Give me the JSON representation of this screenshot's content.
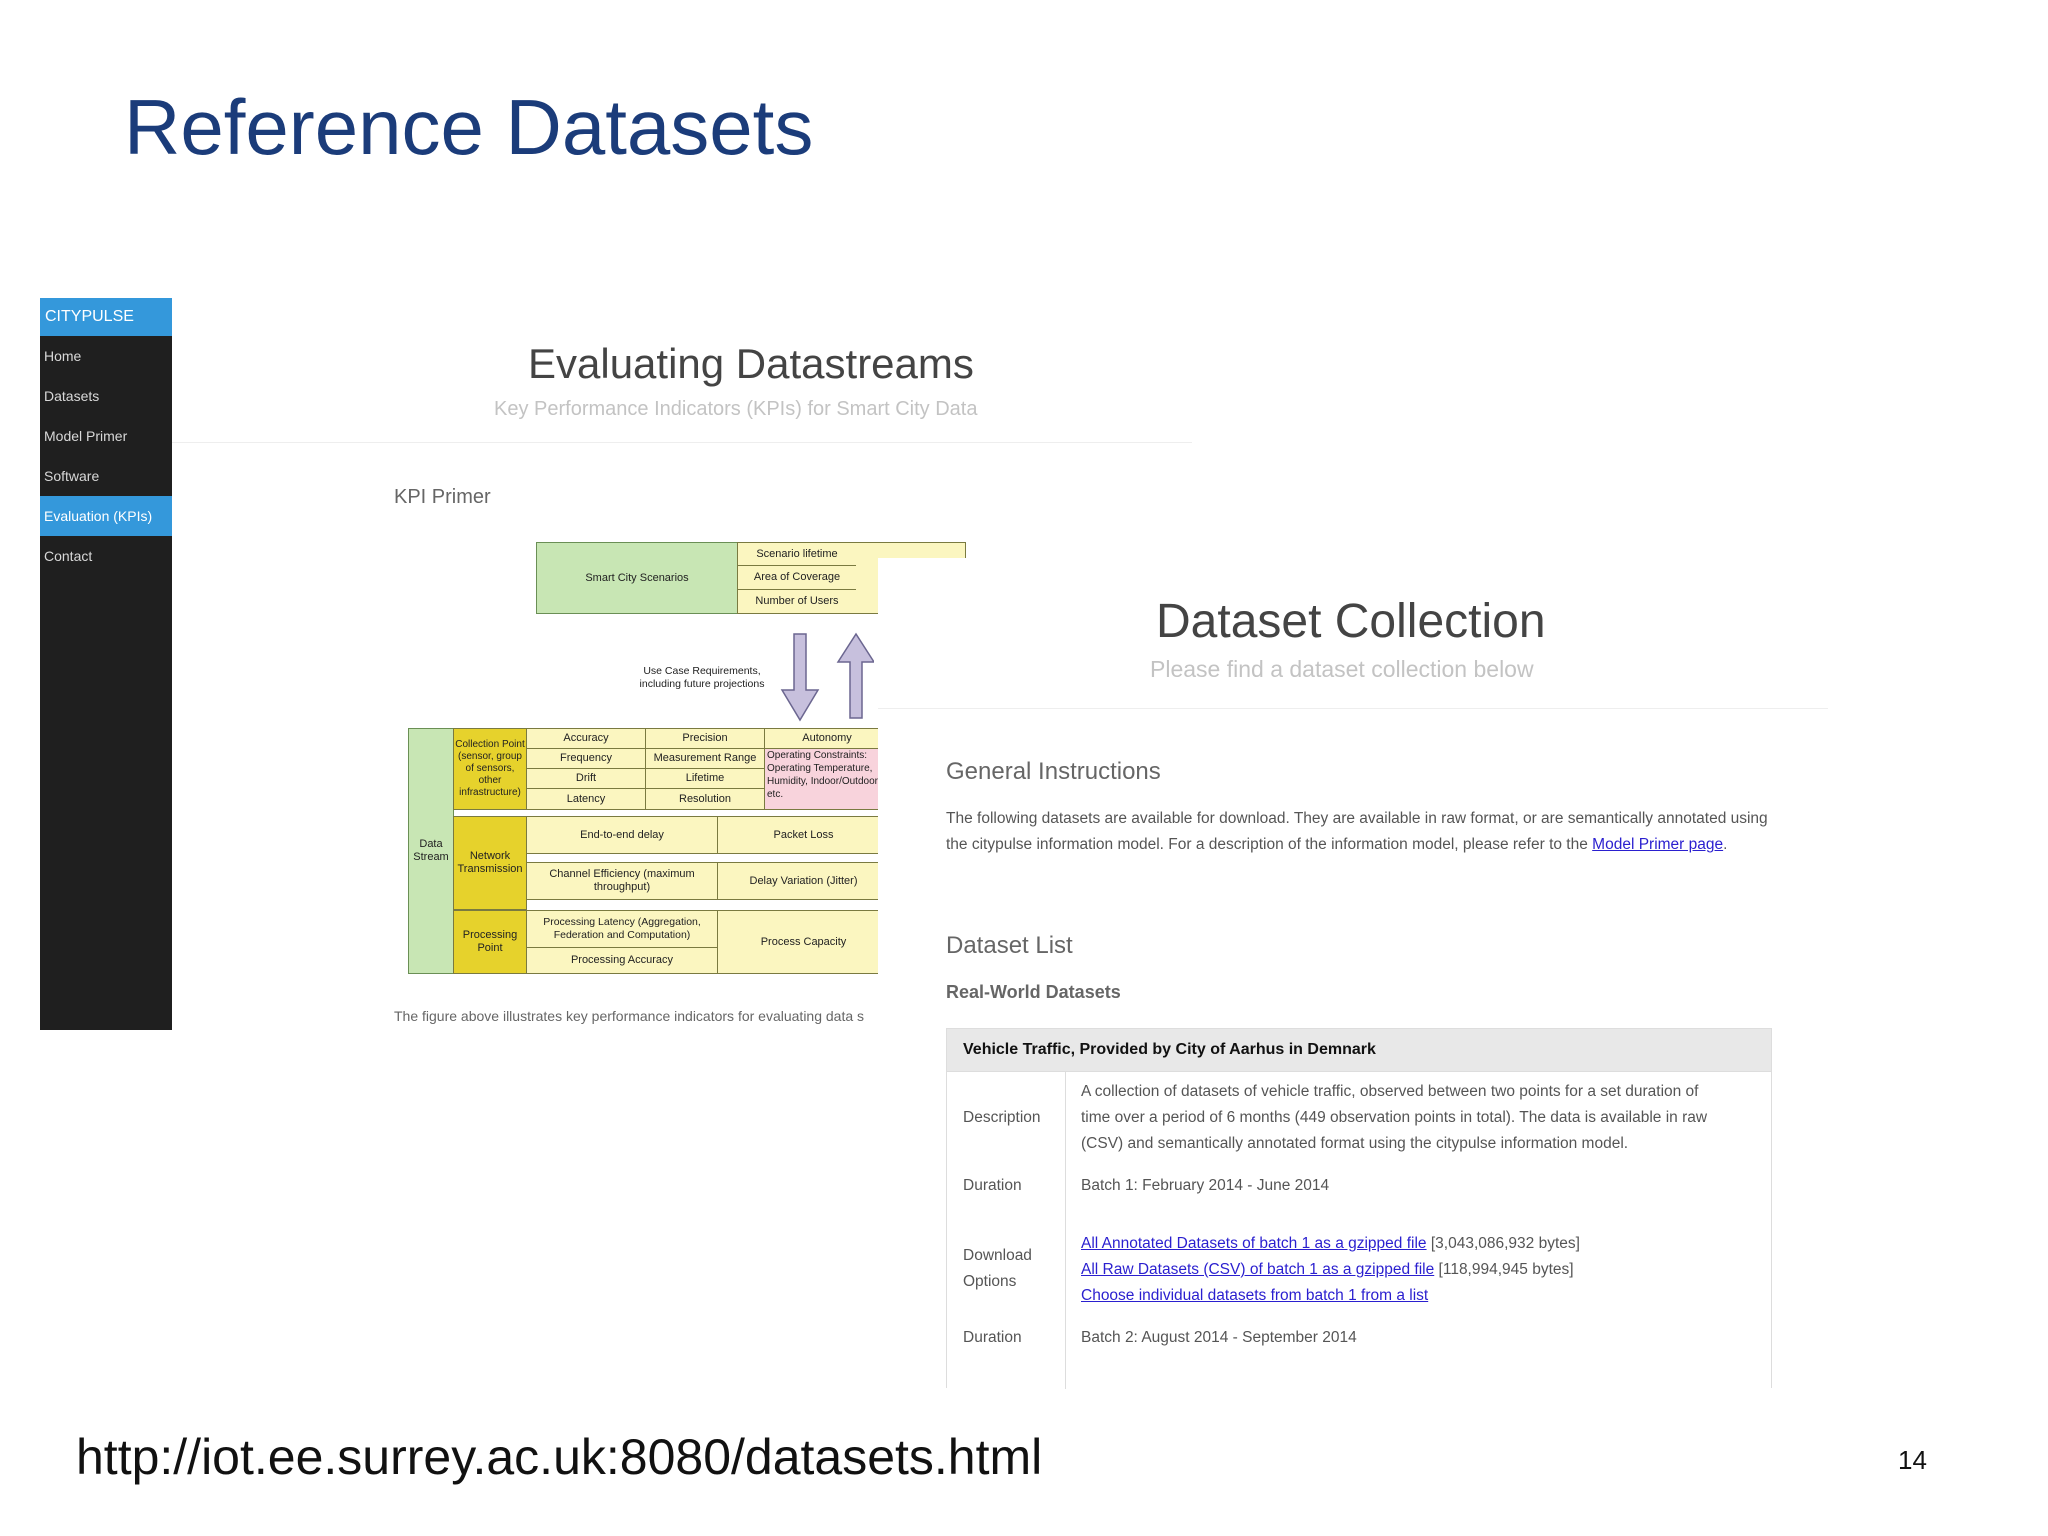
{
  "slide": {
    "title": "Reference Datasets",
    "url": "http://iot.ee.surrey.ac.uk:8080/datasets.html",
    "page_number": "14"
  },
  "sidebar": {
    "brand": "CITYPULSE",
    "items": [
      {
        "label": "Home"
      },
      {
        "label": "Datasets"
      },
      {
        "label": "Model Primer"
      },
      {
        "label": "Software"
      },
      {
        "label": "Evaluation (KPIs)",
        "active": true
      },
      {
        "label": "Contact"
      }
    ]
  },
  "evaluation": {
    "title": "Evaluating Datastreams",
    "subtitle": "Key Performance Indicators (KPIs) for Smart City Data",
    "section": "KPI Primer",
    "caption": "The figure above illustrates key performance indicators for evaluating data s",
    "diagram": {
      "smart_city": "Smart City Scenarios",
      "top_cells": [
        "Scenario lifetime",
        "Area of Coverage",
        "Number of Users"
      ],
      "use_case": "Use Case Requirements, including future projections",
      "data_stream": "Data Stream",
      "collection_point": "Collection Point (sensor, group of sensors, other infrastructure)",
      "cp_cells": [
        "Accuracy",
        "Precision",
        "Autonomy",
        "Frequency",
        "Measurement Range",
        "Drift",
        "Lifetime",
        "Latency",
        "Resolution"
      ],
      "operating": "Operating Constraints: Operating Temperature, Humidity, Indoor/Outdoor etc.",
      "network": "Network Transmission",
      "net_cells": [
        "End-to-end delay",
        "Packet Loss",
        "Channel Efficiency (maximum throughput)",
        "Delay Variation (Jitter)"
      ],
      "processing": "Processing Point",
      "proc_cells": [
        "Processing Latency (Aggregation, Federation and Computation)",
        "Process Capacity",
        "Processing Accuracy"
      ]
    }
  },
  "collection": {
    "title": "Dataset Collection",
    "subtitle": "Please find a dataset collection below",
    "general_heading": "General Instructions",
    "general_text": "The following datasets are available for download. They are available in raw format, or are semantically annotated using the citypulse information model. For a description of the information model, please refer to the ",
    "general_link": "Model Primer page",
    "general_end": ".",
    "list_heading": "Dataset List",
    "realworld_heading": "Real-World Datasets",
    "table": {
      "header": "Vehicle Traffic, Provided by City of Aarhus in Demnark",
      "description_label": "Description",
      "description_lines": [
        "A collection of datasets of vehicle traffic, observed between two points for a set duration of",
        "time over a period of 6 months (449 observation points in total). The data is available in raw",
        "(CSV) and semantically annotated format using the citypulse information model."
      ],
      "duration_label": "Duration",
      "duration_1": "Batch 1: February 2014 - June 2014",
      "download_label_1": "Download",
      "download_label_2": "Options",
      "downloads": [
        {
          "link": "All Annotated Datasets of batch 1 as a gzipped file",
          "size": " [3,043,086,932 bytes]"
        },
        {
          "link": "All Raw Datasets (CSV) of batch 1 as a gzipped file",
          "size": " [118,994,945 bytes]"
        },
        {
          "link": "Choose individual datasets from batch 1 from a list",
          "size": ""
        }
      ],
      "duration_2": "Batch 2: August 2014 - September 2014"
    }
  },
  "colors": {
    "title_blue": "#1b3c7a",
    "sidebar_bg": "#1f1f1f",
    "sidebar_accent": "#3498db",
    "link": "#2a1fcf",
    "diagram_green": "#c8e6b4",
    "diagram_yellow": "#fbf6c0",
    "diagram_gold": "#e6d22c",
    "diagram_pink": "#f8d3dc"
  }
}
